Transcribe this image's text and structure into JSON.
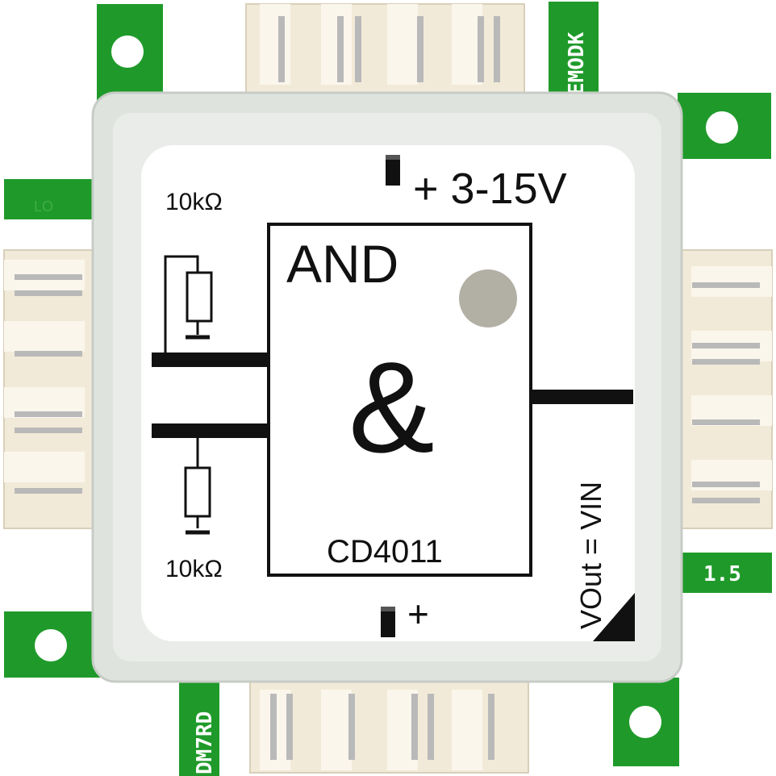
{
  "colors": {
    "pcb_green": "#1f9a2a",
    "pcb_dark_green": "#157a1e",
    "housing": "#dfe3de",
    "pin_body": "#f2ead8",
    "pin_metal": "#b9b9b9",
    "label_bg": "#ffffff",
    "led_dot": "#b2b0a4",
    "text": "#111111"
  },
  "label": {
    "supply": "+ 3-15V",
    "resistor_top": "10kΩ",
    "resistor_bottom": "10kΩ",
    "gate_name": "AND",
    "gate_symbol": "&",
    "chip": "CD4011",
    "vout": "VOut = VIN",
    "plus": "+"
  },
  "pcb": {
    "edge_text_top_right": "EMODK",
    "edge_text_bottom_left": "DM7RD",
    "version": "1.5",
    "faint_left": "LO"
  },
  "icons": {
    "supply_marker": "battery-icon",
    "led": "led-icon"
  }
}
